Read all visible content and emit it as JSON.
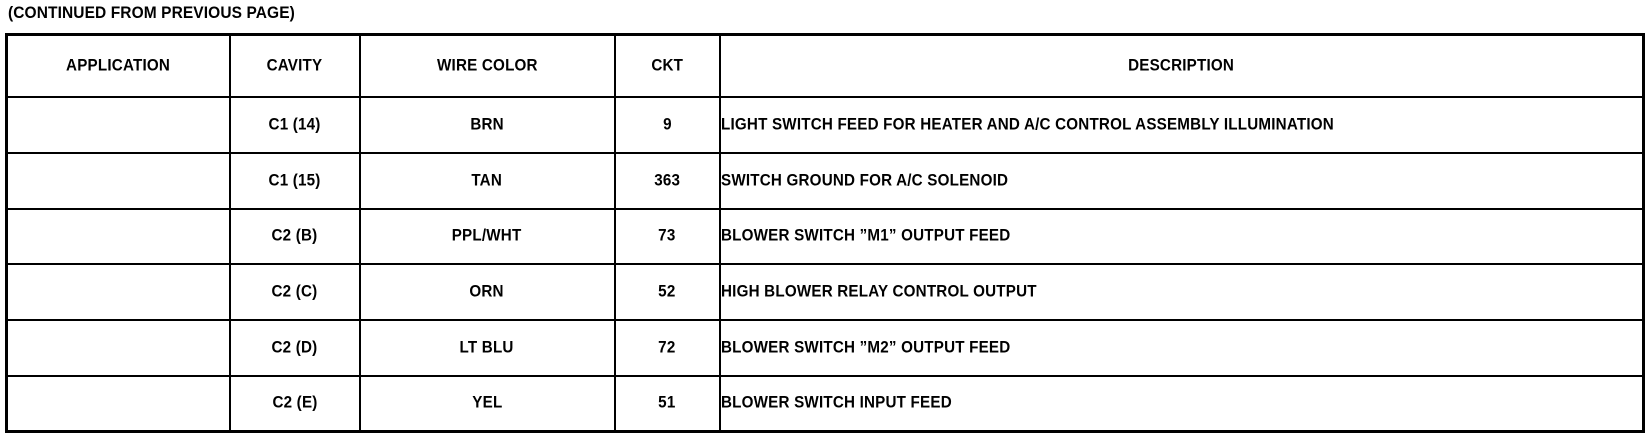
{
  "document": {
    "continued_note": "(CONTINUED FROM PREVIOUS PAGE)"
  },
  "table": {
    "columns": [
      {
        "key": "application",
        "label": "APPLICATION"
      },
      {
        "key": "cavity",
        "label": "CAVITY"
      },
      {
        "key": "wire_color",
        "label": "WIRE COLOR"
      },
      {
        "key": "ckt",
        "label": "CKT"
      },
      {
        "key": "description",
        "label": "DESCRIPTION"
      }
    ],
    "rows": [
      {
        "application": "",
        "cavity": "C1 (14)",
        "wire_color": "BRN",
        "ckt": "9",
        "description": "LIGHT SWITCH FEED FOR HEATER AND A/C CONTROL ASSEMBLY ILLUMINATION"
      },
      {
        "application": "",
        "cavity": "C1 (15)",
        "wire_color": "TAN",
        "ckt": "363",
        "description": "SWITCH GROUND FOR A/C SOLENOID"
      },
      {
        "application": "",
        "cavity": "C2 (B)",
        "wire_color": "PPL/WHT",
        "ckt": "73",
        "description": "BLOWER SWITCH ”M1” OUTPUT FEED"
      },
      {
        "application": "",
        "cavity": "C2 (C)",
        "wire_color": "ORN",
        "ckt": "52",
        "description": "HIGH BLOWER RELAY CONTROL OUTPUT"
      },
      {
        "application": "",
        "cavity": "C2 (D)",
        "wire_color": "LT BLU",
        "ckt": "72",
        "description": "BLOWER SWITCH ”M2” OUTPUT FEED"
      },
      {
        "application": "",
        "cavity": "C2 (E)",
        "wire_color": "YEL",
        "ckt": "51",
        "description": "BLOWER SWITCH INPUT FEED"
      }
    ]
  },
  "colors": {
    "ink": "#000000",
    "paper": "#ffffff"
  }
}
